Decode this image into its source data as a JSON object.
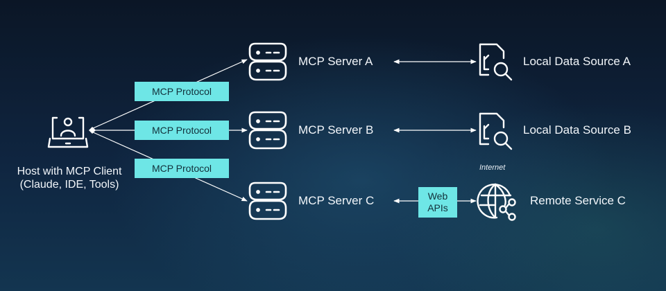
{
  "diagram": {
    "host": {
      "label": "Host with MCP Client (Claude, IDE, Tools)",
      "icon": "laptop-user-icon"
    },
    "protocols": [
      {
        "label": "MCP Protocol",
        "target": "MCP Server A"
      },
      {
        "label": "MCP Protocol",
        "target": "MCP Server B"
      },
      {
        "label": "MCP Protocol",
        "target": "MCP Server C"
      }
    ],
    "servers": [
      {
        "label": "MCP Server A",
        "icon": "server-icon"
      },
      {
        "label": "MCP Server B",
        "icon": "server-icon"
      },
      {
        "label": "MCP Server C",
        "icon": "server-icon"
      }
    ],
    "sources": [
      {
        "label": "Local Data Source A",
        "icon": "document-search-icon"
      },
      {
        "label": "Local Data Source B",
        "icon": "document-search-icon"
      },
      {
        "label": "Remote Service C",
        "icon": "globe-share-icon"
      }
    ],
    "web_apis_label": "Web APIs",
    "internet_label": "Internet",
    "colors": {
      "label_box": "#6ee6e6",
      "line": "#ffffff",
      "background": "#0f2540"
    }
  }
}
